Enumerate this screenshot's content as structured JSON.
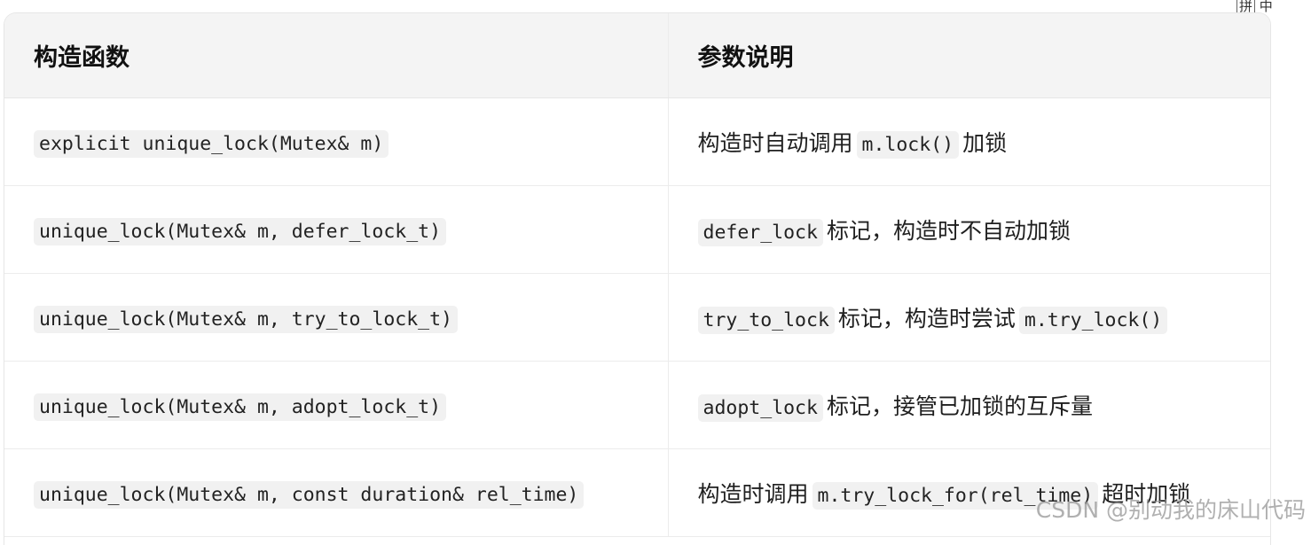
{
  "table": {
    "headers": [
      "构造函数",
      "参数说明"
    ],
    "rows": [
      {
        "signature": "explicit unique_lock(Mutex& m)",
        "desc": {
          "before": "构造时自动调用",
          "code": "m.lock()",
          "after": "加锁"
        }
      },
      {
        "signature": "unique_lock(Mutex& m, defer_lock_t)",
        "desc": {
          "before": "",
          "code": "defer_lock",
          "after": "标记，构造时不自动加锁"
        }
      },
      {
        "signature": "unique_lock(Mutex& m, try_to_lock_t)",
        "desc": {
          "before": "",
          "code": "try_to_lock",
          "middle": "标记，构造时尝试",
          "code2": "m.try_lock()"
        }
      },
      {
        "signature": "unique_lock(Mutex& m, adopt_lock_t)",
        "desc": {
          "before": "",
          "code": "adopt_lock",
          "after": "标记，接管已加锁的互斥量"
        }
      },
      {
        "signature": "unique_lock(Mutex& m, const duration& rel_time)",
        "desc": {
          "before": "构造时调用",
          "code": "m.try_lock_for(rel_time)",
          "after": "超时加锁"
        }
      }
    ]
  },
  "ime": {
    "mode": "拼",
    "lang": "中"
  },
  "watermark": "CSDN @别动我的床山代码"
}
